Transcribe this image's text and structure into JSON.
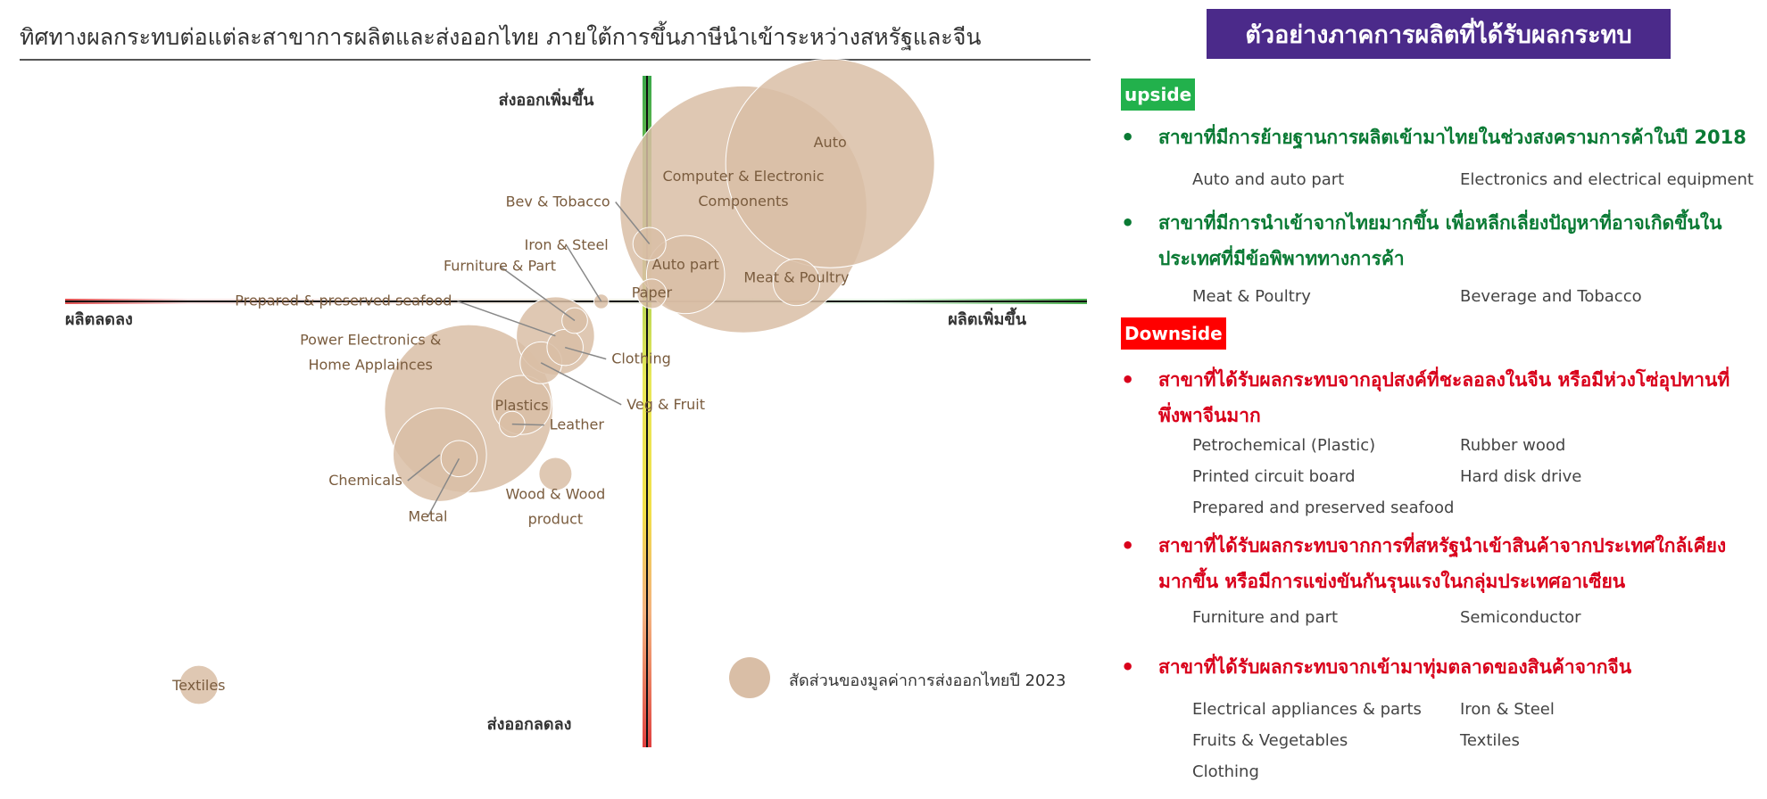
{
  "chart_data": {
    "type": "scatter",
    "title": "ทิศทางผลกระทบต่อแต่ละสาขาการผลิตและส่งออกไทย ภายใต้การขึ้นภาษีนำเข้าระหว่างสหรัฐและจีน",
    "axis_labels": {
      "top": "ส่งออกเพิ่มขึ้น",
      "bottom": "ส่งออกลดลง",
      "left": "ผลิตลดลง",
      "right": "ผลิตเพิ่มขึ้น"
    },
    "xlabel": "",
    "ylabel": "",
    "xlim": [
      -10,
      10
    ],
    "ylim": [
      -10,
      10
    ],
    "grid": false,
    "legend": {
      "text": "สัดส่วนของมูลค่าการส่งออกไทยปี 2023",
      "placement": "bottom-right"
    },
    "points": [
      {
        "label": "Auto",
        "x": 3.8,
        "y": 3.6,
        "size": 10
      },
      {
        "label": "Computer & Electronic\nComponents",
        "x": 2.0,
        "y": 2.4,
        "size": 14
      },
      {
        "label": "Meat & Poultry",
        "x": 3.1,
        "y": 0.5,
        "size": 0.5
      },
      {
        "label": "Auto part",
        "x": 0.8,
        "y": 0.7,
        "size": 1.4
      },
      {
        "label": "Paper",
        "x": 0.1,
        "y": 0.2,
        "size": 0.2
      },
      {
        "label": "Bev & Tobacco",
        "x": 0.05,
        "y": 1.5,
        "size": 0.25
      },
      {
        "label": "Iron & Steel",
        "x": -0.95,
        "y": 0.0,
        "size": 0.05
      },
      {
        "label": "Furniture & Part",
        "x": -1.5,
        "y": -0.5,
        "size": 0.15
      },
      {
        "label": "Prepared & preserved seafood",
        "x": -1.9,
        "y": -0.9,
        "size": 1.4
      },
      {
        "label": "Clothing",
        "x": -1.7,
        "y": -1.2,
        "size": 0.3
      },
      {
        "label": "Veg & Fruit",
        "x": -2.2,
        "y": -1.6,
        "size": 0.4
      },
      {
        "label": "Plastics",
        "x": -2.6,
        "y": -2.7,
        "size": 0.8
      },
      {
        "label": "Leather",
        "x": -2.8,
        "y": -3.2,
        "size": 0.15
      },
      {
        "label": "Power Electronics &\nHome Applainces",
        "x": -3.7,
        "y": -2.8,
        "size": 6.5
      },
      {
        "label": "Chemicals",
        "x": -4.3,
        "y": -4.0,
        "size": 2.0
      },
      {
        "label": "Metal",
        "x": -3.9,
        "y": -4.1,
        "size": 0.3
      },
      {
        "label": "Wood & Wood\nproduct",
        "x": -1.9,
        "y": -4.5,
        "size": 0.25
      },
      {
        "label": "Textiles",
        "x": -9.3,
        "y": -10.0,
        "size": 0.35
      }
    ]
  },
  "panel": {
    "header": "ตัวอย่างภาคการผลิตที่ได้รับผลกระทบ",
    "upside_label": "upside",
    "downside_label": "Downside",
    "bullet_glyph": "•",
    "upside": [
      {
        "text": "สาขาที่มีการย้ายฐานการผลิตเข้ามาไทยในช่วงสงครามการค้าในปี 2018",
        "items": [
          "Auto and auto part",
          "Electronics and electrical equipment"
        ]
      },
      {
        "text": "สาขาที่มีการนำเข้าจากไทยมากขึ้น เพื่อหลีกเลี่ยงปัญหาที่อาจเกิดขึ้นในประเทศที่มีข้อพิพาททางการค้า",
        "items": [
          "Meat & Poultry",
          "Beverage and Tobacco"
        ]
      }
    ],
    "downside": [
      {
        "text": "สาขาที่ได้รับผลกระทบจากอุปสงค์ที่ชะลอลงในจีน หรือมีห่วงโซ่อุปทานที่พึ่งพาจีนมาก",
        "items": [
          "Petrochemical (Plastic)",
          "Rubber wood",
          "Printed circuit board",
          "Hard disk drive",
          "Prepared and preserved seafood"
        ]
      },
      {
        "text": "สาขาที่ได้รับผลกระทบจากการที่สหรัฐนำเข้าสินค้าจากประเทศใกล้เคียงมากขึ้น หรือมีการแข่งขันกันรุนแรงในกลุ่มประเทศอาเซียน",
        "items": [
          "Furniture and part",
          "Semiconductor"
        ]
      },
      {
        "text": "สาขาที่ได้รับผลกระทบจากเข้ามาทุ่มตลาดของสินค้าจากจีน",
        "items": [
          "Electrical appliances & parts",
          "Iron & Steel",
          "Fruits & Vegetables",
          "Textiles",
          "Clothing"
        ]
      }
    ]
  },
  "colors": {
    "bubble": "#d9bea6",
    "bubble_stroke": "#ffffff",
    "label": "#7a5c3e",
    "leader": "#888888",
    "header_bg": "#4b2a8a",
    "upside_badge": "#22b14c",
    "downside_badge": "#ff0000",
    "upside_text": "#0a7a34",
    "downside_text": "#d9001b"
  }
}
